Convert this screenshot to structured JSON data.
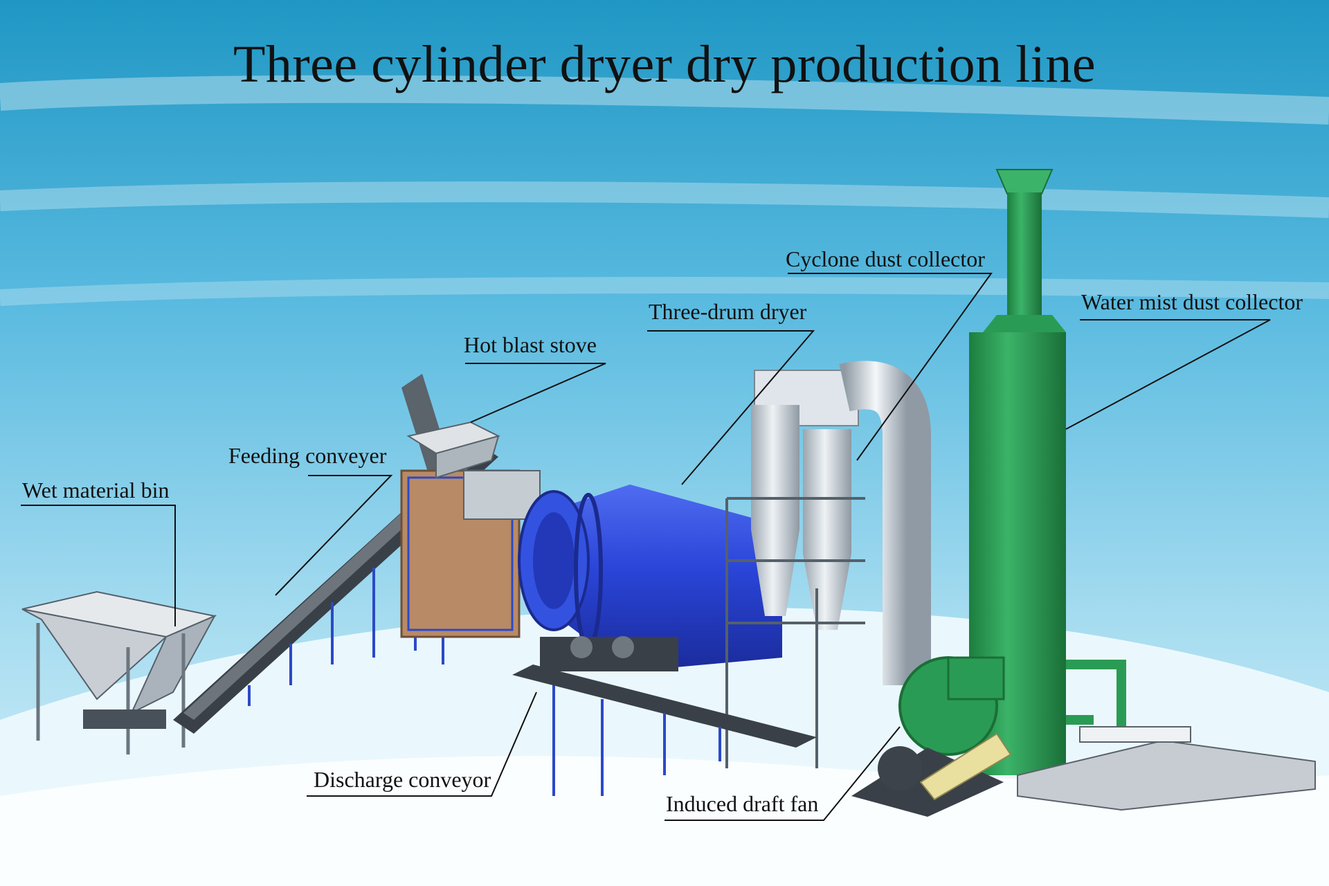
{
  "title": "Three cylinder dryer dry production line",
  "labels": {
    "wet_material_bin": "Wet material bin",
    "feeding_conveyer": "Feeding conveyer",
    "hot_blast_stove": "Hot blast stove",
    "three_drum_dryer": "Three-drum dryer",
    "cyclone_dust_collector": "Cyclone dust collector",
    "water_mist_dust_collector": "Water mist dust collector",
    "discharge_conveyor": "Discharge conveyor",
    "induced_draft_fan": "Induced draft fan"
  },
  "colors": {
    "sky_top": "#1f97c4",
    "sky_bottom": "#bfe8f6",
    "drum_blue": "#2b47d6",
    "tower_green": "#2a9b54",
    "cyclone_grey": "#c9d0d6",
    "conveyor_dark": "#3a4048",
    "frame_blue": "#2b49c8",
    "stove_brown": "#b88a66"
  }
}
